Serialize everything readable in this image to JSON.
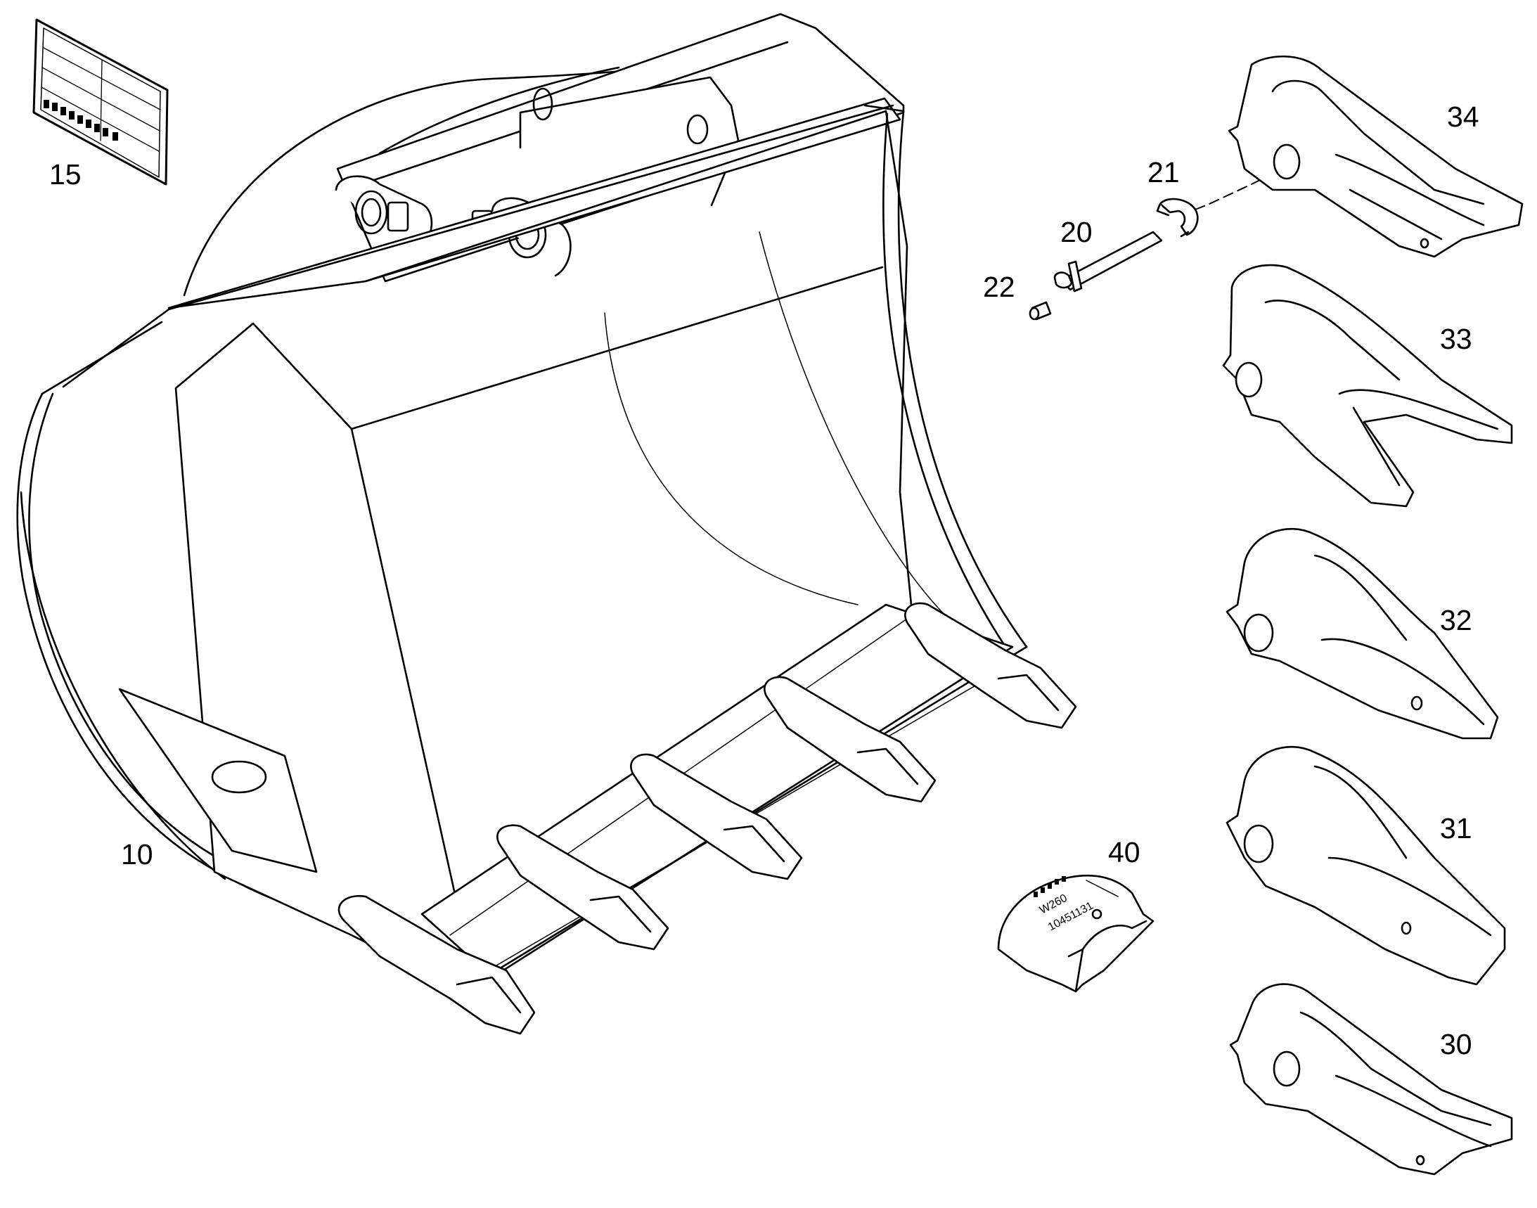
{
  "diagram": {
    "callouts": {
      "bucket": "10",
      "plate": "15",
      "pin": "20",
      "retainer": "21",
      "plug": "22",
      "tooth_30": "30",
      "tooth_31": "31",
      "tooth_32": "32",
      "tooth_33": "33",
      "tooth_34": "34",
      "cap": "40"
    },
    "cap_marking": {
      "code": "W260",
      "number": "10451131"
    },
    "colors": {
      "line": "#000000",
      "fill": "#ffffff"
    }
  }
}
